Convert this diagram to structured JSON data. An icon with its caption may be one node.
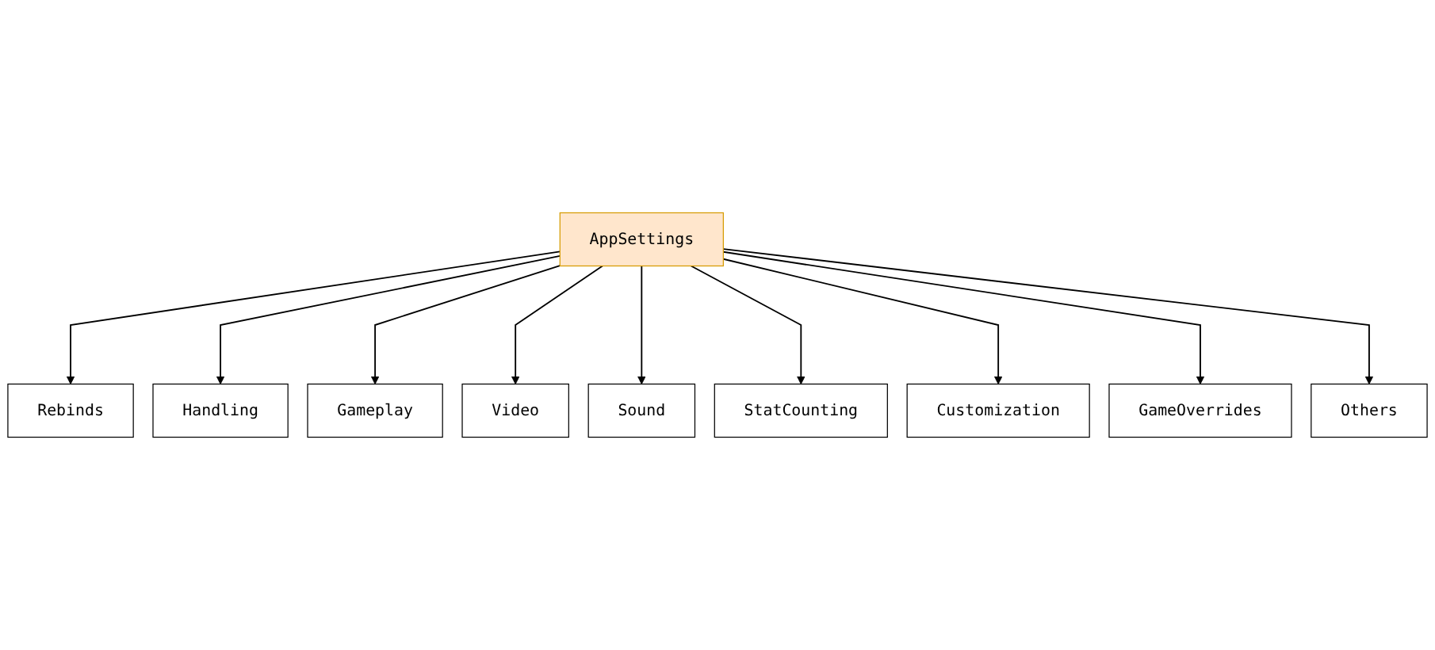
{
  "diagram": {
    "nodes": [
      {
        "text": [
          "AppSettings"
        ]
      },
      {
        "text": [
          "Rebinds"
        ]
      },
      {
        "text": [
          "Handling"
        ]
      },
      {
        "text": [
          "Gameplay"
        ]
      },
      {
        "text": [
          "Video"
        ]
      },
      {
        "text": [
          "Sound"
        ]
      },
      {
        "text": [
          "StatCounting"
        ]
      },
      {
        "text": [
          "Customization"
        ]
      },
      {
        "text": [
          "GameOverrides"
        ]
      },
      {
        "text": [
          "Others"
        ]
      }
    ],
    "edges": [
      {
        "from": 0,
        "to": 1,
        "arrow": "to"
      },
      {
        "from": 0,
        "to": 2,
        "arrow": "to"
      },
      {
        "from": 0,
        "to": 3,
        "arrow": "to"
      },
      {
        "from": 0,
        "to": 4,
        "arrow": "to"
      },
      {
        "from": 0,
        "to": 5,
        "arrow": "to"
      },
      {
        "from": 0,
        "to": 6,
        "arrow": "to"
      },
      {
        "from": 0,
        "to": 7,
        "arrow": "to"
      },
      {
        "from": 0,
        "to": 8,
        "arrow": "to"
      },
      {
        "from": 0,
        "to": 9,
        "arrow": "to"
      }
    ]
  }
}
